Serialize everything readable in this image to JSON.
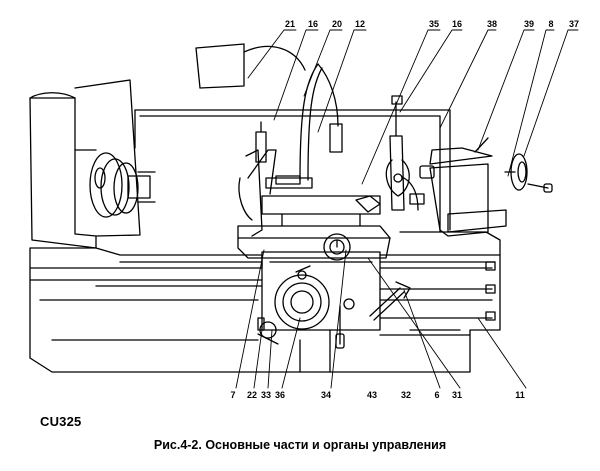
{
  "model": "CU325",
  "caption": "Рис.4-2. Основные части и органы управления",
  "callouts_top": [
    "21",
    "16",
    "20",
    "12",
    "35",
    "16",
    "38",
    "39",
    "8",
    "37"
  ],
  "callouts_bottom": [
    "7",
    "22",
    "33",
    "36",
    "34",
    "43",
    "32",
    "6",
    "31",
    "11"
  ]
}
